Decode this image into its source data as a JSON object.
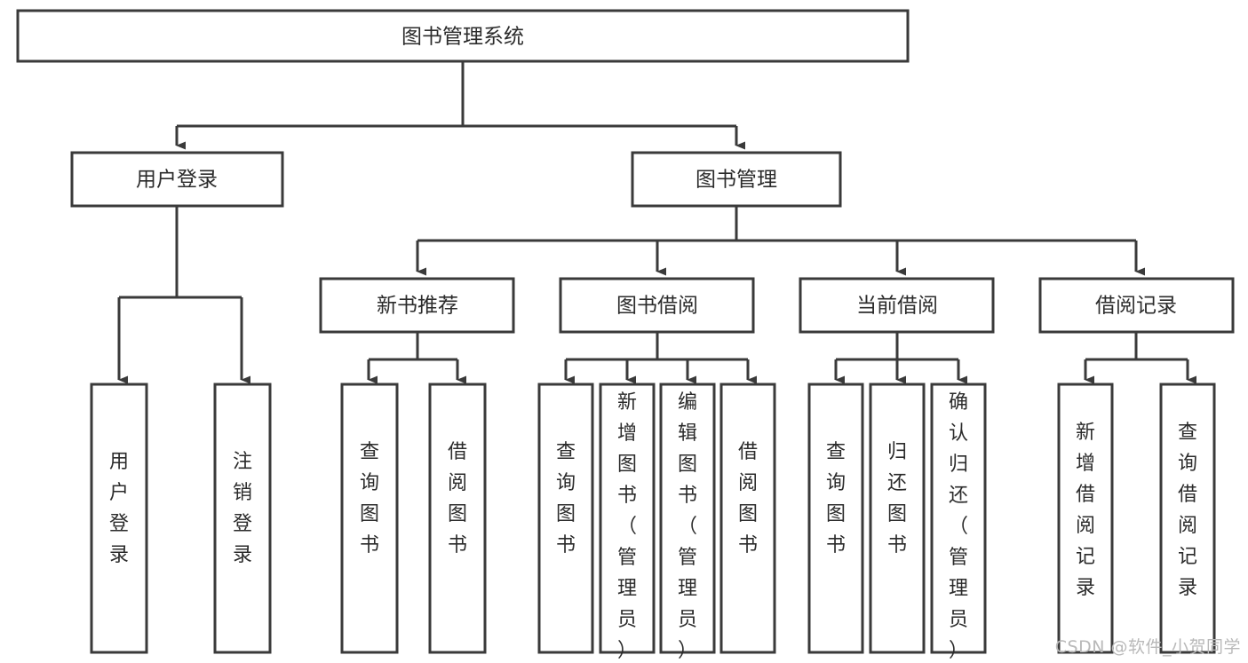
{
  "diagram": {
    "title": "图书管理系统",
    "type": "tree-hierarchy",
    "root": {
      "label": "图书管理系统"
    },
    "level2": [
      {
        "label": "用户登录"
      },
      {
        "label": "图书管理"
      }
    ],
    "level3": [
      {
        "label": "新书推荐"
      },
      {
        "label": "图书借阅"
      },
      {
        "label": "当前借阅"
      },
      {
        "label": "借阅记录"
      }
    ],
    "leaves": {
      "user_login": [
        {
          "label": "用户登录"
        },
        {
          "label": "注销登录"
        }
      ],
      "new_book_recommend": [
        {
          "label": "查询图书"
        },
        {
          "label": "借阅图书"
        }
      ],
      "book_borrow": [
        {
          "label": "查询图书"
        },
        {
          "label": "新增图书（管理员）"
        },
        {
          "label": "编辑图书（管理员）"
        },
        {
          "label": "借阅图书"
        }
      ],
      "current_borrow": [
        {
          "label": "查询图书"
        },
        {
          "label": "归还图书"
        },
        {
          "label": "确认归还（管理员）"
        }
      ],
      "borrow_record": [
        {
          "label": "新增借阅记录"
        },
        {
          "label": "查询借阅记录"
        }
      ]
    },
    "colors": {
      "stroke": "#3a3a3a",
      "fill": "#ffffff",
      "text": "#2b2b2b",
      "watermark": "#b9b9b9"
    }
  },
  "watermark": {
    "text": "CSDN @软件_小贺同学"
  }
}
